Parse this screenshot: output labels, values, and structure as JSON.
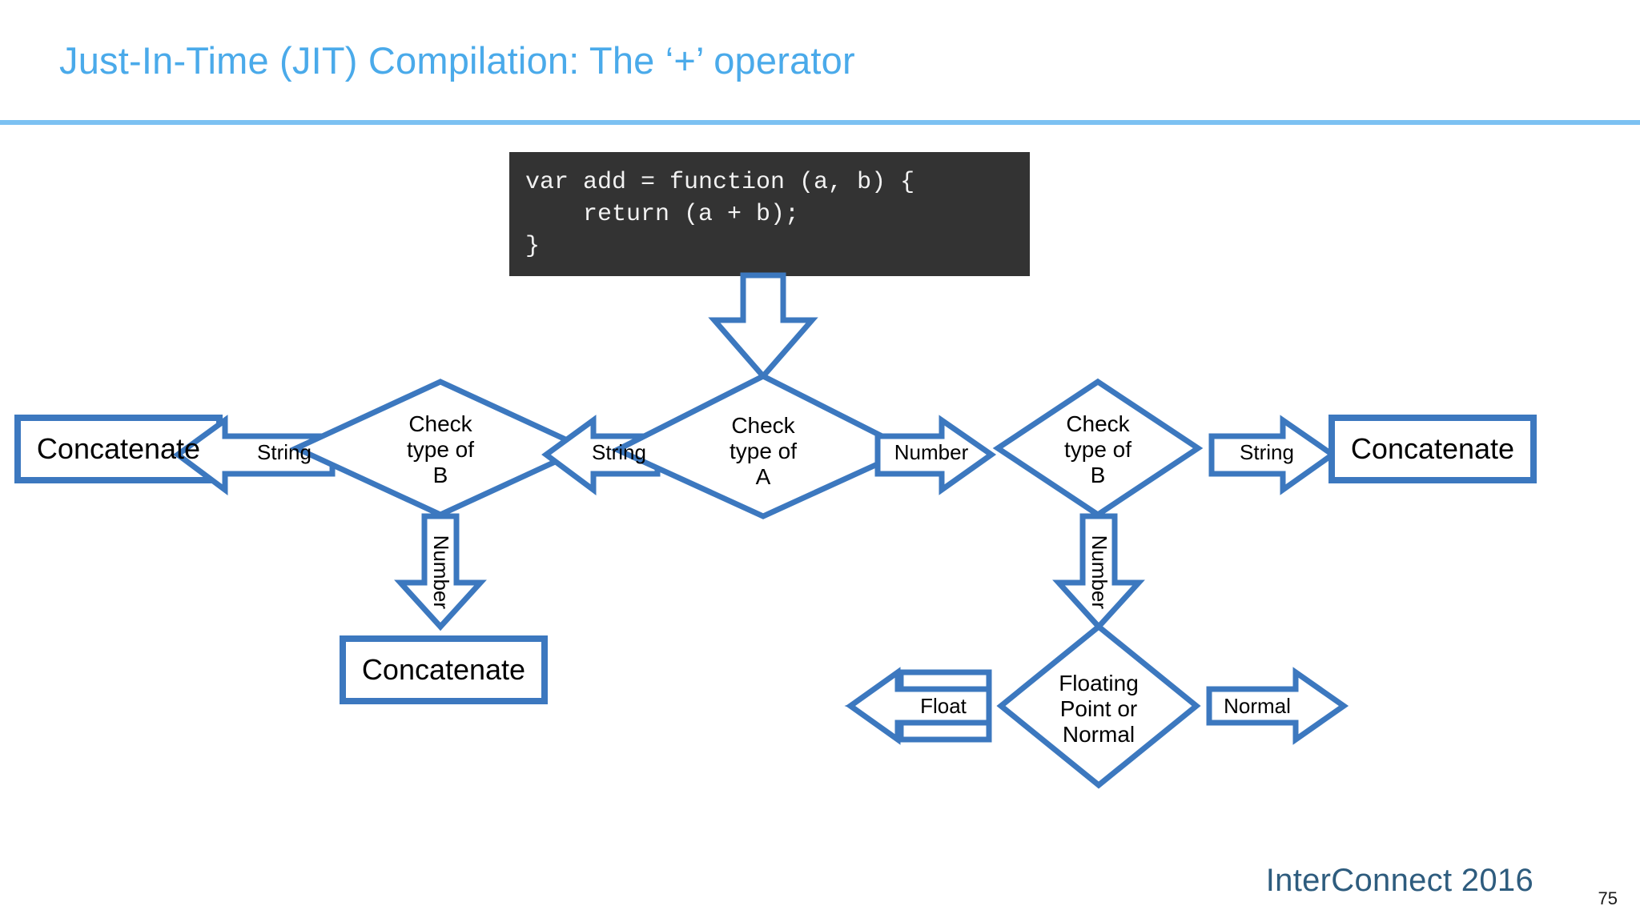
{
  "slide": {
    "title": "Just-In-Time (JIT) Compilation: The ‘+’ operator",
    "page_number": "75",
    "footer_brand": "InterConnect 2016"
  },
  "colors": {
    "title_blue": "#4aaaea",
    "rule_blue": "#7cc1f2",
    "shape_blue": "#3c78bf",
    "code_background": "#333333",
    "code_text": "#f2f2f2",
    "footer_blue": "#2e5c7e",
    "label_black": "#000000",
    "page_background": "#ffffff"
  },
  "code": {
    "language": "javascript",
    "lines": [
      "var add = function (a, b) {",
      "    return (a + b);",
      "}"
    ],
    "text": "var add = function (a, b) {\n    return (a + b);\n}"
  },
  "flowchart": {
    "type": "flowchart",
    "nodes": [
      {
        "id": "code",
        "shape": "code-block",
        "label": "var add = function (a, b) {\n    return (a + b);\n}"
      },
      {
        "id": "check-a",
        "shape": "diamond",
        "label": "Check\ntype of\nA",
        "lines": [
          "Check",
          "type of",
          "A"
        ]
      },
      {
        "id": "check-b-left",
        "shape": "diamond",
        "label": "Check\ntype of\nB",
        "lines": [
          "Check",
          "type of",
          "B"
        ]
      },
      {
        "id": "check-b-right",
        "shape": "diamond",
        "label": "Check\ntype of\nB",
        "lines": [
          "Check",
          "type of",
          "B"
        ]
      },
      {
        "id": "float-or-normal",
        "shape": "diamond",
        "label": "Floating\nPoint or\nNormal",
        "lines": [
          "Floating",
          "Point or",
          "Normal"
        ]
      },
      {
        "id": "concat-far-left",
        "shape": "rectangle",
        "label": "Concatenate"
      },
      {
        "id": "concat-bottom-left",
        "shape": "rectangle",
        "label": "Concatenate"
      },
      {
        "id": "concat-far-right",
        "shape": "rectangle",
        "label": "Concatenate"
      }
    ],
    "edges": [
      {
        "id": "code-to-a",
        "from": "code",
        "to": "check-a",
        "label": "",
        "direction": "down"
      },
      {
        "id": "a-string-left",
        "from": "check-a",
        "to": "check-b-left",
        "label": "String",
        "direction": "left"
      },
      {
        "id": "b-left-string",
        "from": "check-b-left",
        "to": "concat-far-left",
        "label": "String",
        "direction": "left"
      },
      {
        "id": "b-left-number",
        "from": "check-b-left",
        "to": "concat-bottom-left",
        "label": "Number",
        "direction": "down"
      },
      {
        "id": "a-number-right",
        "from": "check-a",
        "to": "check-b-right",
        "label": "Number",
        "direction": "right"
      },
      {
        "id": "b-right-string",
        "from": "check-b-right",
        "to": "concat-far-right",
        "label": "String",
        "direction": "right"
      },
      {
        "id": "b-right-number",
        "from": "check-b-right",
        "to": "float-or-normal",
        "label": "Number",
        "direction": "down"
      },
      {
        "id": "fon-float",
        "from": "float-or-normal",
        "to": "",
        "label": "Float",
        "direction": "left"
      },
      {
        "id": "fon-normal",
        "from": "float-or-normal",
        "to": "",
        "label": "Normal",
        "direction": "right"
      }
    ],
    "labels": {
      "concatenate": "Concatenate",
      "check_a_l1": "Check",
      "check_a_l2": "type of",
      "check_a_l3": "A",
      "check_b_l1": "Check",
      "check_b_l2": "type of",
      "check_b_l3": "B",
      "fon_l1": "Floating",
      "fon_l2": "Point or",
      "fon_l3": "Normal",
      "string": "String",
      "number": "Number",
      "float": "Float",
      "normal": "Normal"
    }
  }
}
